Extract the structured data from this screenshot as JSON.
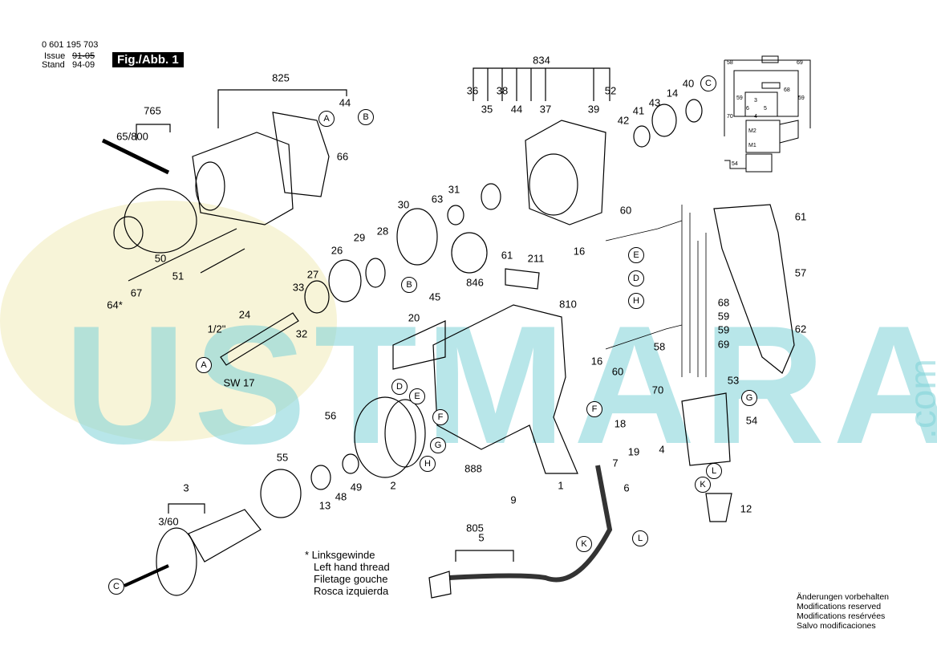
{
  "header": {
    "part_number": "0 601 195 703",
    "issue_label": "Issue",
    "stand_label": "Stand",
    "issue_value_struck": "91-05",
    "stand_value": "94-09",
    "figure": "Fig./Abb. 1"
  },
  "watermark": {
    "text": "USTMARA",
    "suffix": ".com",
    "color": "#7fd3d8",
    "logo_color": "#f3efc8"
  },
  "part_labels": [
    "825",
    "765",
    "65/800",
    "44",
    "66",
    "50",
    "51",
    "67",
    "64*",
    "36",
    "35",
    "38",
    "44",
    "834",
    "37",
    "39",
    "52",
    "42",
    "41",
    "43",
    "14",
    "40",
    "30",
    "63",
    "31",
    "29",
    "28",
    "26",
    "61",
    "846",
    "211",
    "45",
    "33",
    "27",
    "32",
    "24",
    "1/2\"",
    "SW 17",
    "20",
    "60",
    "16",
    "810",
    "68",
    "59",
    "59",
    "58",
    "69",
    "60",
    "16",
    "61",
    "57",
    "62",
    "53",
    "54",
    "70",
    "18",
    "19",
    "4",
    "7",
    "12",
    "6",
    "805",
    "5",
    "56",
    "2",
    "888",
    "9",
    "1",
    "55",
    "49",
    "48",
    "13",
    "3",
    "3/60"
  ],
  "ref_markers": [
    "A",
    "B",
    "C",
    "B",
    "A",
    "E",
    "D",
    "H",
    "G",
    "F",
    "L",
    "K",
    "K",
    "L",
    "D",
    "E",
    "F",
    "G",
    "H",
    "C"
  ],
  "footnote": [
    "* Linksgewinde",
    "Left hand thread",
    "Filetage gouche",
    "Rosca izquierda"
  ],
  "disclaimer": [
    "Änderungen vorbehalten",
    "Modifications reserved",
    "Modifications resérvées",
    "Salvo modificaciones"
  ],
  "wiring_labels": [
    "58",
    "69",
    "68",
    "59",
    "59",
    "3",
    "6",
    "5",
    "4",
    "70",
    "M2",
    "M1",
    "54"
  ]
}
